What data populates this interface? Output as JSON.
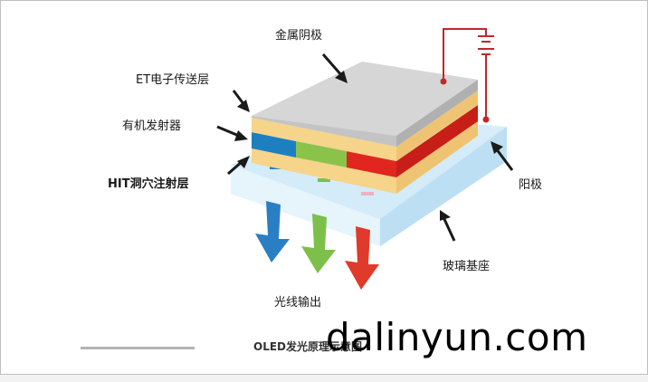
{
  "labels": {
    "cathode": "金属阴极",
    "etl": "ET电子传送层",
    "emitter": "有机发射器",
    "htl": "HIT洞穴注射层",
    "anode": "阳极",
    "substrate": "玻璃基座",
    "light_output": "光线输出"
  },
  "caption": "OLED发光原理示意图",
  "watermark": "dalinyun.com",
  "colors": {
    "cathode": "#d6d6d6",
    "etl": "#f6d48a",
    "emitter_blue": "#1e7fc0",
    "emitter_green": "#8bc34a",
    "emitter_red": "#e0261f",
    "htl": "#f6d48a",
    "substrate": "#d4ebf8",
    "circuit": "#c0282a",
    "arrow_blue": "#2a7fc4",
    "arrow_green": "#7cc04a",
    "arrow_red": "#e03a2a"
  }
}
